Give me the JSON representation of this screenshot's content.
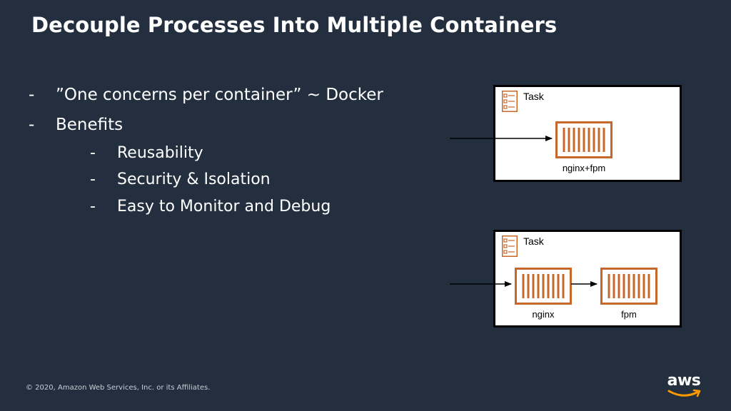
{
  "slide": {
    "title": "Decouple Processes Into Multiple Containers",
    "bullets": [
      {
        "dash": "-",
        "text": "”One concerns per container” ~ Docker"
      },
      {
        "dash": "-",
        "text": "Benefits"
      },
      {
        "dash": "-",
        "text": "Reusability"
      },
      {
        "dash": "-",
        "text": "Security & Isolation"
      },
      {
        "dash": "-",
        "text": "Easy to Monitor and Debug"
      }
    ],
    "footer": "© 2020, Amazon Web Services, Inc. or its Affiliates.",
    "logo_text": "aws"
  },
  "diagrams": {
    "top": {
      "task_label": "Task",
      "container_label": "nginx+fpm"
    },
    "bottom": {
      "task_label": "Task",
      "container1_label": "nginx",
      "container2_label": "fpm"
    }
  },
  "colors": {
    "background": "#232f3e",
    "container": "#c7682b",
    "logo_smile": "#ff9900"
  }
}
